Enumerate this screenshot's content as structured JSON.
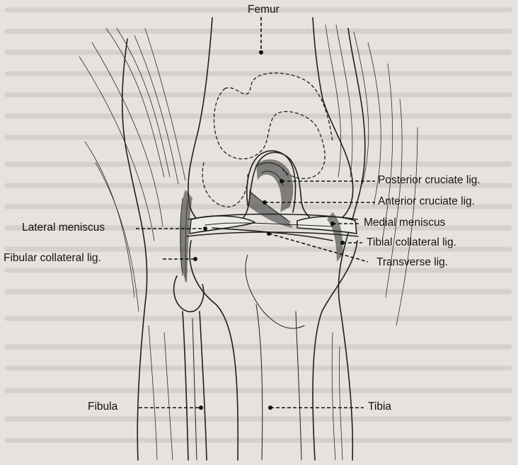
{
  "labels": {
    "femur": "Femur",
    "posterior_cruciate": "Posterior cruciate lig.",
    "anterior_cruciate": "Anterior cruciate lig.",
    "lateral_meniscus": "Lateral meniscus",
    "medial_meniscus": "Medial meniscus",
    "tibial_collateral": "Tibial collateral lig.",
    "fibular_collateral": "Fibular collateral lig.",
    "transverse": "Transverse lig.",
    "fibula": "Fibula",
    "tibia": "Tibia"
  }
}
